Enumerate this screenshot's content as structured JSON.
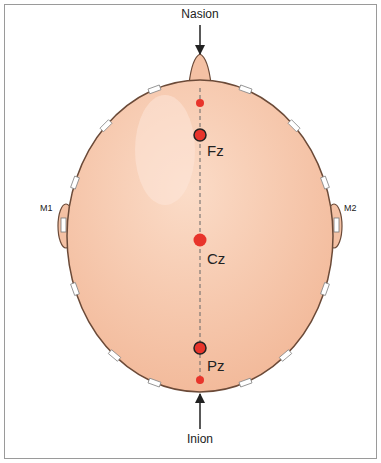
{
  "diagram": {
    "labels": [
      "Nasion",
      "Fz",
      "Cz",
      "Pz",
      "M1",
      "M2",
      "Inion"
    ]
  }
}
